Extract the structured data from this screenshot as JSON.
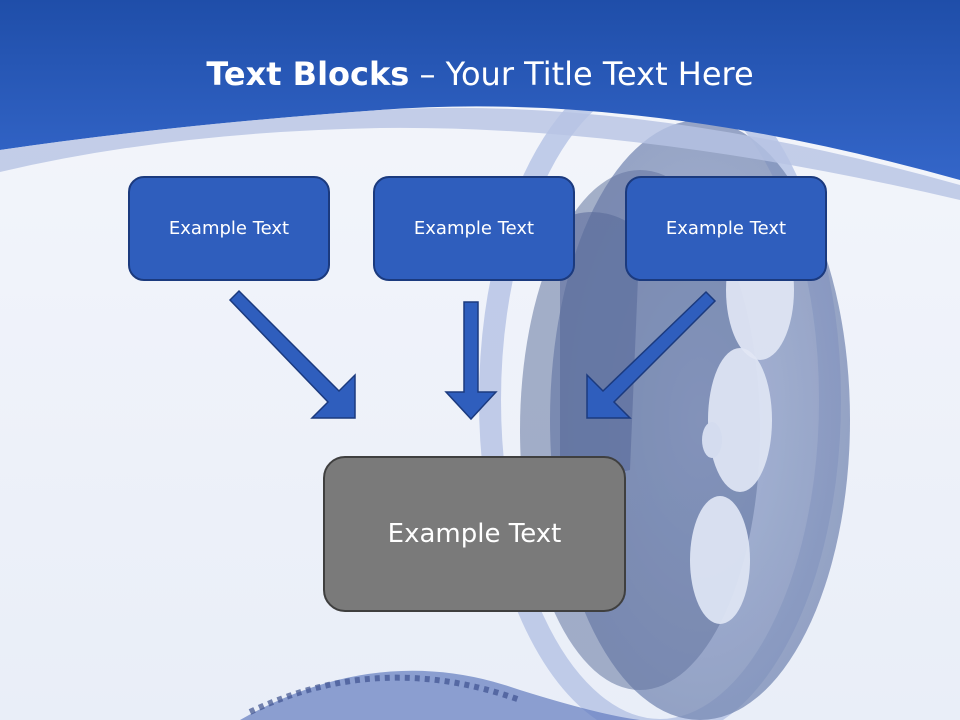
{
  "slide": {
    "title_bold": "Text Blocks",
    "title_dash": " – ",
    "title_rest": "Your Title Text Here"
  },
  "boxes": {
    "top": [
      "Example Text",
      "Example Text",
      "Example Text"
    ],
    "bottom": "Example Text"
  },
  "colors": {
    "header": "#2c5cbf",
    "box_fill": "#2f5ebd",
    "box_border": "#1b3a7e",
    "arrow": "#2f5ebd",
    "center_fill": "#7a7a7a"
  },
  "decorations": {
    "background_image": "film-reel-illustration"
  }
}
